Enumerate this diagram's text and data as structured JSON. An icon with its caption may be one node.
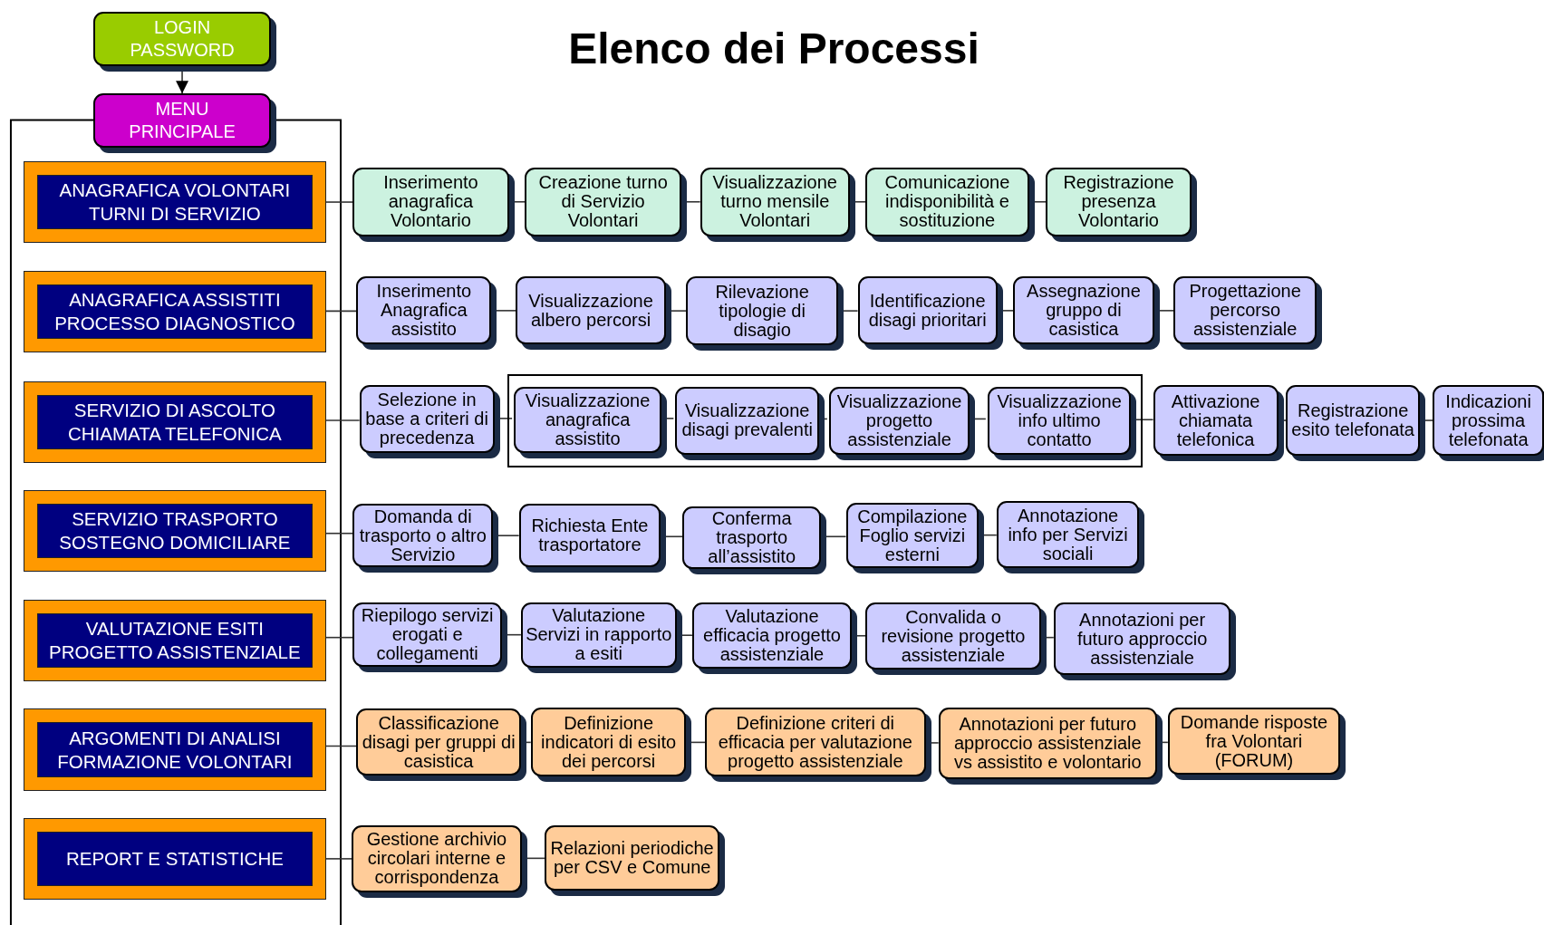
{
  "diagram": {
    "title": "Elenco dei Processi",
    "nodes": [
      {
        "text": [
          "LOGIN PASSWORD"
        ]
      },
      {
        "text": [
          "MENU PRINCIPALE"
        ]
      },
      {
        "text": [
          "ANAGRAFICA VOLONTARI TURNI DI SERVIZIO"
        ]
      },
      {
        "text": [
          "Inserimento anagrafica Volontario"
        ]
      },
      {
        "text": [
          "Creazione turno di Servizio Volontari"
        ]
      },
      {
        "text": [
          "Visualizzazione turno mensile Volontari"
        ]
      },
      {
        "text": [
          "Comunicazione indisponibilità e sostituzione"
        ]
      },
      {
        "text": [
          "Registrazione presenza Volontario"
        ]
      },
      {
        "text": [
          "ANAGRAFICA ASSISTITI PROCESSO DIAGNOSTICO"
        ]
      },
      {
        "text": [
          "Inserimento Anagrafica assistito"
        ]
      },
      {
        "text": [
          "Visualizzazione albero percorsi"
        ]
      },
      {
        "text": [
          "Rilevazione tipologie di disagio"
        ]
      },
      {
        "text": [
          "Identificazione disagi prioritari"
        ]
      },
      {
        "text": [
          "Assegnazione gruppo di casistica"
        ]
      },
      {
        "text": [
          "Progettazione percorso assistenziale"
        ]
      },
      {
        "text": [
          "SERVIZIO DI ASCOLTO CHIAMATA TELEFONICA"
        ]
      },
      {
        "text": [
          "Selezione in base a criteri di precedenza"
        ]
      },
      {
        "text": [],
        "shape": "box"
      },
      {
        "text": [
          "Visualizzazione anagrafica assistito"
        ],
        "in": 17
      },
      {
        "text": [
          "Visualizzazione disagi prevalenti"
        ],
        "in": 17
      },
      {
        "text": [
          "Visualizzazione progetto assistenziale"
        ],
        "in": 17
      },
      {
        "text": [
          "Visualizzazione info ultimo contatto"
        ],
        "in": 17
      },
      {
        "text": [
          "Attivazione chiamata telefonica"
        ]
      },
      {
        "text": [
          "Registrazione esito telefonata"
        ]
      },
      {
        "text": [
          "Indicazioni prossima telefonata"
        ]
      },
      {
        "text": [
          "SERVIZIO TRASPORTO SOSTEGNO DOMICILIARE"
        ]
      },
      {
        "text": [
          "Domanda di trasporto o altro Servizio"
        ]
      },
      {
        "text": [
          "Richiesta Ente trasportatore"
        ]
      },
      {
        "text": [
          "Conferma trasporto all’assistito"
        ]
      },
      {
        "text": [
          "Compilazione Foglio servizi esterni"
        ]
      },
      {
        "text": [
          "Annotazione info per Servizi sociali"
        ]
      },
      {
        "text": [
          "VALUTAZIONE ESITI PROGETTO ASSISTENZIALE"
        ]
      },
      {
        "text": [
          "Riepilogo servizi erogati e collegamenti"
        ]
      },
      {
        "text": [
          "Valutazione Servizi in rapporto a esiti"
        ]
      },
      {
        "text": [
          "Valutazione efficacia progetto assistenziale"
        ]
      },
      {
        "text": [
          "Convalida o revisione progetto assistenziale"
        ]
      },
      {
        "text": [
          "Annotazioni per futuro approccio assistenziale"
        ]
      },
      {
        "text": [
          "ARGOMENTI DI ANALISI FORMAZIONE VOLONTARI"
        ]
      },
      {
        "text": [
          "Classificazione disagi per gruppi di casistica"
        ]
      },
      {
        "text": [
          "Definizione indicatori di esito dei percorsi"
        ]
      },
      {
        "text": [
          "Definizione criteri di efficacia per valutazione progetto assistenziale"
        ]
      },
      {
        "text": [
          "Annotazioni per futuro approccio assistenziale vs assistito e volontario"
        ]
      },
      {
        "text": [
          "Domande risposte fra Volontari (FORUM)"
        ]
      },
      {
        "text": [
          "REPORT E STATISTICHE"
        ]
      },
      {
        "text": [
          "Gestione archivio circolari interne e corrispondenza"
        ]
      },
      {
        "text": [
          "Relazioni periodiche per CSV e Comune"
        ]
      }
    ],
    "edges": [
      {
        "from": 0,
        "to": 1,
        "arrow": "to"
      },
      {
        "from": 2,
        "to": 3,
        "arrow": "none"
      },
      {
        "from": 3,
        "to": 4,
        "arrow": "none"
      },
      {
        "from": 4,
        "to": 5,
        "arrow": "none"
      },
      {
        "from": 5,
        "to": 6,
        "arrow": "none"
      },
      {
        "from": 6,
        "to": 7,
        "arrow": "none"
      },
      {
        "from": 8,
        "to": 9,
        "arrow": "none"
      },
      {
        "from": 9,
        "to": 10,
        "arrow": "none"
      },
      {
        "from": 10,
        "to": 11,
        "arrow": "none"
      },
      {
        "from": 11,
        "to": 12,
        "arrow": "none"
      },
      {
        "from": 12,
        "to": 13,
        "arrow": "none"
      },
      {
        "from": 13,
        "to": 14,
        "arrow": "none"
      },
      {
        "from": 15,
        "to": 16,
        "arrow": "none"
      },
      {
        "from": 16,
        "to": 18,
        "arrow": "none"
      },
      {
        "from": 18,
        "to": 19,
        "arrow": "none"
      },
      {
        "from": 19,
        "to": 20,
        "arrow": "none"
      },
      {
        "from": 20,
        "to": 21,
        "arrow": "none"
      },
      {
        "from": 21,
        "to": 22,
        "arrow": "none"
      },
      {
        "from": 22,
        "to": 23,
        "arrow": "none"
      },
      {
        "from": 23,
        "to": 24,
        "arrow": "none"
      },
      {
        "from": 25,
        "to": 26,
        "arrow": "none"
      },
      {
        "from": 26,
        "to": 27,
        "arrow": "none"
      },
      {
        "from": 27,
        "to": 28,
        "arrow": "none"
      },
      {
        "from": 28,
        "to": 29,
        "arrow": "none"
      },
      {
        "from": 29,
        "to": 30,
        "arrow": "none"
      },
      {
        "from": 31,
        "to": 32,
        "arrow": "none"
      },
      {
        "from": 32,
        "to": 33,
        "arrow": "none"
      },
      {
        "from": 33,
        "to": 34,
        "arrow": "none"
      },
      {
        "from": 34,
        "to": 35,
        "arrow": "none"
      },
      {
        "from": 35,
        "to": 36,
        "arrow": "none"
      },
      {
        "from": 37,
        "to": 38,
        "arrow": "none"
      },
      {
        "from": 38,
        "to": 39,
        "arrow": "none"
      },
      {
        "from": 39,
        "to": 40,
        "arrow": "none"
      },
      {
        "from": 40,
        "to": 41,
        "arrow": "none"
      },
      {
        "from": 41,
        "to": 42,
        "arrow": "none"
      },
      {
        "from": 43,
        "to": 44,
        "arrow": "none"
      },
      {
        "from": 44,
        "to": 45,
        "arrow": "none"
      }
    ]
  }
}
